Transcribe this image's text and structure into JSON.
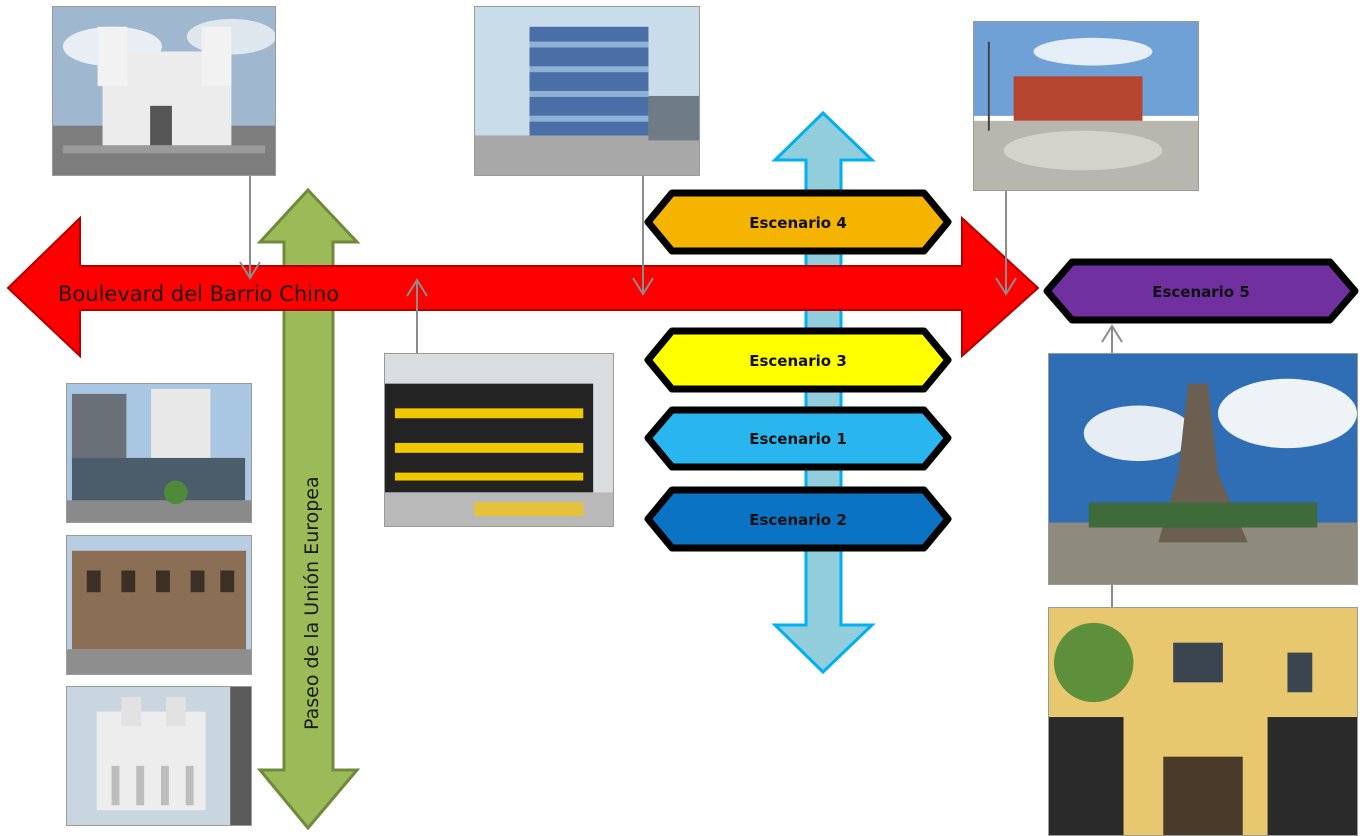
{
  "axes": {
    "horizontal_label": "Boulevard del Barrio Chino",
    "vertical_label": "Paseo de la Unión Europea"
  },
  "scenarios": [
    {
      "label": "Escenario 4",
      "color": "#f5b400"
    },
    {
      "label": "Escenario 5",
      "color": "#7030a0"
    },
    {
      "label": "Escenario 3",
      "color": "#ffff00"
    },
    {
      "label": "Escenario 1",
      "color": "#29b6ef"
    },
    {
      "label": "Escenario 2",
      "color": "#0a73c4"
    }
  ],
  "colors": {
    "boulevard_arrow": "#ff0000",
    "paseo_arrow": "#9bbb59",
    "scenario_axis_arrow": "#92cddc",
    "scenario_axis_border": "#00b0f0",
    "pointer_line": "#8c8c8c"
  }
}
